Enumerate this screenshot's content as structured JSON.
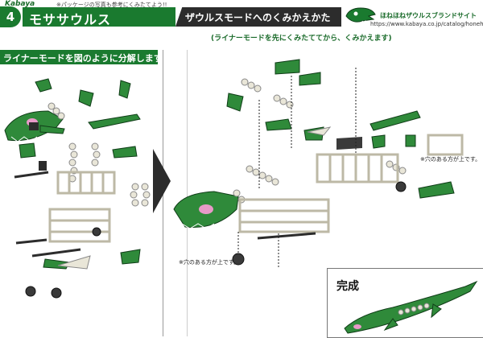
{
  "header": {
    "brand": "Kabaya",
    "note": "※パッケージの写真も参考にくみたてよう!!",
    "step_number": "4",
    "title": "モササウルス",
    "subtitle": "ザウルスモードへのくみかえかた",
    "subnote": "(ライナーモードを先にくみたててから、くみかえます)",
    "site_name": "ほねほねザウルスブランドサイト",
    "site_url": "https://www.kabaya.co.jp/catalog/honehone/"
  },
  "left_panel": {
    "instruction": "ライナーモードを図のように分解します"
  },
  "right_panel": {
    "hole_note_1": "※穴のある方が上です。",
    "hole_note_2": "※穴のある方が上です。",
    "complete_label": "完成"
  },
  "colors": {
    "brand_green": "#1a7a2f",
    "part_green": "#2f8a3a",
    "bone_white": "#e9e6d8",
    "dark": "#2c2c2c"
  }
}
